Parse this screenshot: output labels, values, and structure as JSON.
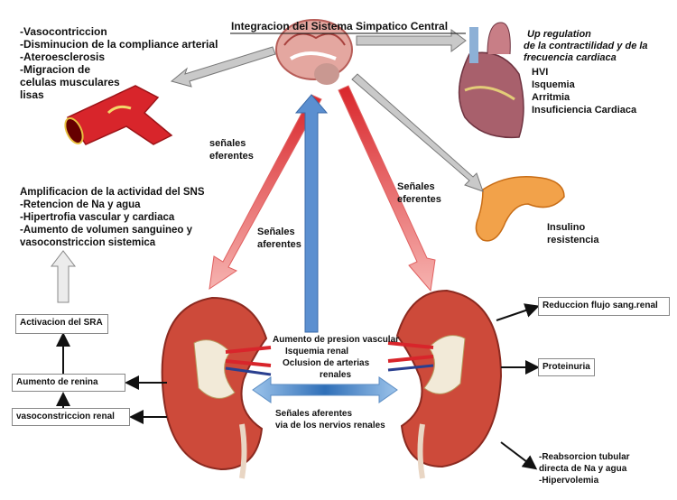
{
  "title": "Integracion del Sistema  Simpatico Central",
  "vascular_effects": [
    "-Vasocontriccion",
    "-Disminucion de la compliance arterial",
    "-Ateroesclerosis",
    "-Migracion de",
    "celulas musculares",
    "lisas"
  ],
  "cardiac_effects": {
    "heading": [
      "Up regulation",
      "de la contractilidad y de la",
      "frecuencia cardiaca"
    ],
    "items": [
      "HVI",
      "Isquemia",
      "Arritmia",
      "Insuficiencia Cardiaca"
    ]
  },
  "pancreas_effect": [
    "Insulino",
    "resistencia"
  ],
  "arrow_labels": {
    "efferent_left": [
      "señales",
      "eferentes"
    ],
    "efferent_right": [
      "Señales",
      "eferentes"
    ],
    "afferent_center": [
      "Señales",
      "aferentes"
    ]
  },
  "sns_effects": [
    "Amplificacion de la actividad del SNS",
    "-Retencion de Na y agua",
    "-Hipertrofia vascular y cardiaca",
    "-Aumento de volumen sanguineo y",
    "vasoconstriccion sistemica"
  ],
  "left_boxes": [
    "Activacion del SRA",
    "Aumento  de renina",
    "vasoconstriccion renal"
  ],
  "center_text": [
    "Aumento de presion vascular",
    "Isquemia renal",
    "Oclusion de arterias",
    "renales"
  ],
  "afferent_bottom": [
    "Señales aferentes",
    "via de los nervios renales"
  ],
  "right_boxes": [
    "Reduccion flujo sang.renal",
    "Proteinuria"
  ],
  "right_bottom": [
    "-Reabsorcion tubular",
    "directa de Na y agua",
    "-Hipervolemia"
  ]
}
